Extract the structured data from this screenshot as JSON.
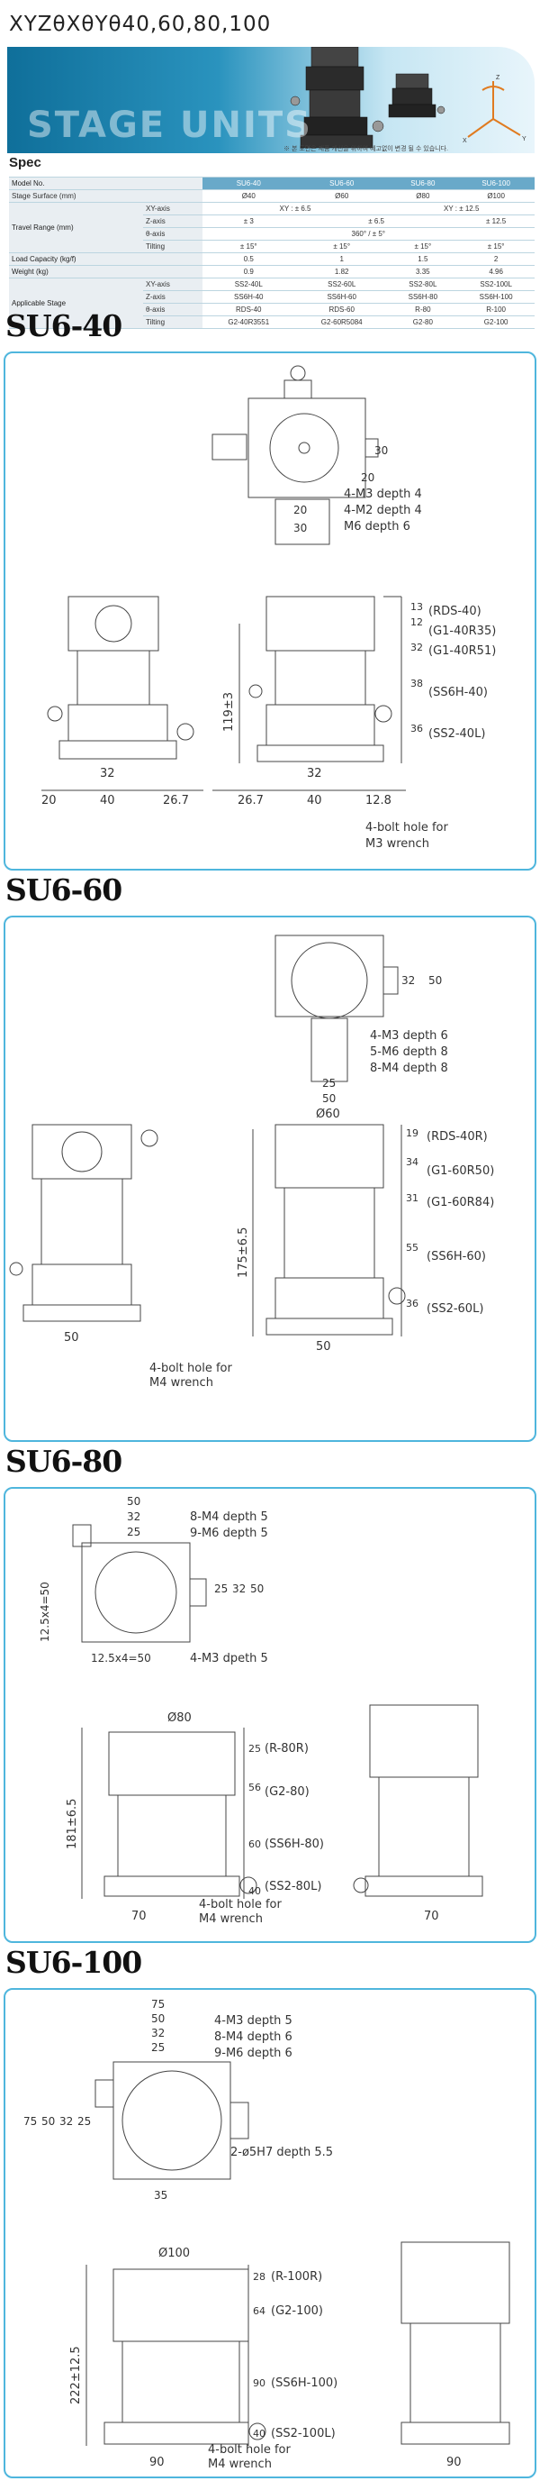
{
  "header": {
    "title": "XYZθXθYθ40,60,80,100",
    "banner_text": "STAGE UNITS",
    "note": "※ 본 도면은 제품 개선을 위하여 예고없이 변경 될 수 있습니다."
  },
  "spec": {
    "label": "Spec",
    "model_label": "Model No.",
    "models": [
      "SU6-40",
      "SU6-60",
      "SU6-80",
      "SU6-100"
    ],
    "surface_label": "Stage Surface (mm)",
    "surfaces": [
      "Ø40",
      "Ø60",
      "Ø80",
      "Ø100"
    ],
    "travel_label": "Travel Range (mm)",
    "xy_axis": "XY-axis",
    "z_axis": "Z-axis",
    "theta_axis": "θ-axis",
    "tilting": "Tilting",
    "xy_a": "XY : ± 6.5",
    "xy_b": "XY : ± 12.5",
    "z_vals": [
      "± 3",
      "± 6.5",
      "± 12.5"
    ],
    "theta_val": "360° / ± 5°",
    "tilt_vals": [
      "± 15°",
      "± 15°",
      "± 15°",
      "± 15°"
    ],
    "load_label": "Load Capacity (kg/f)",
    "loads": [
      "0.5",
      "1",
      "1.5",
      "2"
    ],
    "weight_label": "Weight (kg)",
    "weights": [
      "0.9",
      "1.82",
      "3.35",
      "4.96"
    ],
    "app_label": "Applicable Stage",
    "app_xy": [
      "SS2-40L",
      "SS2-60L",
      "SS2-80L",
      "SS2-100L"
    ],
    "app_z": [
      "SS6H-40",
      "SS6H-60",
      "SS6H-80",
      "SS6H-100"
    ],
    "app_theta": [
      "RDS-40",
      "RDS-60",
      "R-80",
      "R-100"
    ],
    "app_tilt": [
      "G2-40R3551",
      "G2-60R5084",
      "G2-80",
      "G2-100"
    ]
  },
  "su40": {
    "title": "SU6-40",
    "top_dims": [
      "20",
      "30",
      "20",
      "30"
    ],
    "callouts": [
      "4-M3 depth 4",
      "4-M2 depth 4",
      "M6 depth 6"
    ],
    "height": "119±3",
    "bottom_dims": [
      "20",
      "40",
      "26.7",
      "32",
      "26.7",
      "40",
      "32",
      "12.8"
    ],
    "stack": [
      "13",
      "12",
      "32",
      "38",
      "36"
    ],
    "parts": [
      "(RDS-40)",
      "(G1-40R35)",
      "(G1-40R51)",
      "(SS6H-40)",
      "(SS2-40L)"
    ],
    "bolt": "4-bolt hole for",
    "wrench": "M3 wrench"
  },
  "su60": {
    "title": "SU6-60",
    "top_dims": [
      "32",
      "50",
      "25",
      "50"
    ],
    "callouts": [
      "4-M3 depth 6",
      "5-M6 depth 8",
      "8-M4 depth 8"
    ],
    "dia": "Ø60",
    "height": "175±6.5",
    "bottom_dims": [
      "50",
      "50"
    ],
    "stack": [
      "19",
      "34",
      "31",
      "55",
      "36"
    ],
    "parts": [
      "(RDS-40R)",
      "(G1-60R50)",
      "(G1-60R84)",
      "(SS6H-60)",
      "(SS2-60L)"
    ],
    "bolt": "4-bolt hole for",
    "wrench": "M4 wrench"
  },
  "su80": {
    "title": "SU6-80",
    "top_dims": [
      "50",
      "32",
      "25",
      "25",
      "32",
      "50"
    ],
    "side_dim": "12.5x4=50",
    "bottom_dim": "12.5x4=50",
    "callouts": [
      "8-M4 depth 5",
      "9-M6 depth 5",
      "4-M3 dpeth 5"
    ],
    "dia": "Ø80",
    "height": "181±6.5",
    "bottom_dims": [
      "70",
      "70"
    ],
    "stack": [
      "25",
      "56",
      "60",
      "40"
    ],
    "parts": [
      "(R-80R)",
      "(G2-80)",
      "(SS6H-80)",
      "(SS2-80L)"
    ],
    "bolt": "4-bolt hole for",
    "wrench": "M4 wrench"
  },
  "su100": {
    "title": "SU6-100",
    "top_dims": [
      "75",
      "50",
      "32",
      "25",
      "75",
      "50",
      "32",
      "25",
      "35"
    ],
    "callouts": [
      "4-M3 depth 5",
      "8-M4 depth 6",
      "9-M6 depth 6",
      "2-ø5H7 depth 5.5"
    ],
    "dia": "Ø100",
    "height": "222±12.5",
    "bottom_dims": [
      "90",
      "90"
    ],
    "stack": [
      "28",
      "64",
      "90",
      "40"
    ],
    "parts": [
      "(R-100R)",
      "(G2-100)",
      "(SS6H-100)",
      "(SS2-100L)"
    ],
    "bolt": "4-bolt hole for",
    "wrench": "M4 wrench"
  }
}
